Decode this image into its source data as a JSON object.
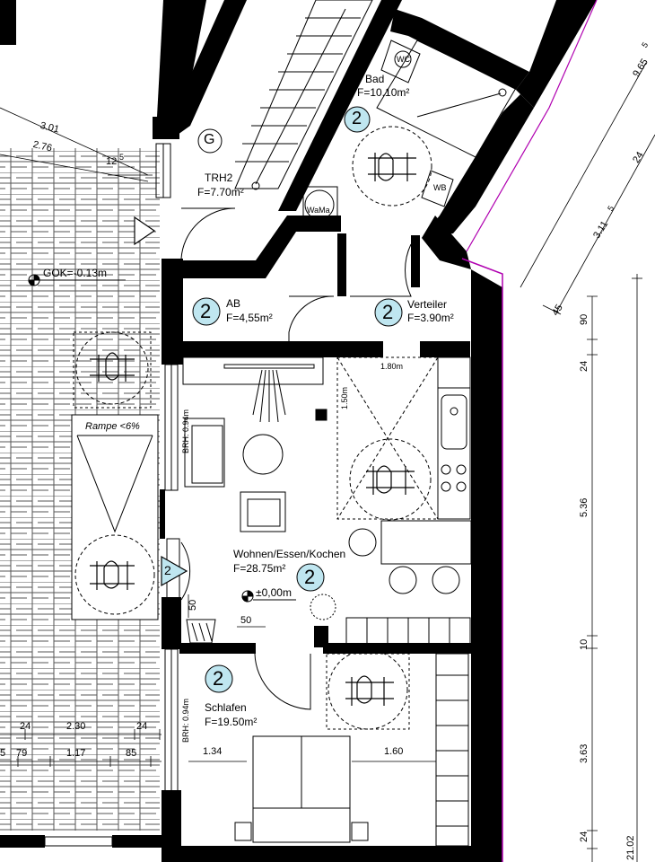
{
  "rooms": {
    "bad": {
      "name": "Bad",
      "area": "F=10.10m²",
      "no": "2"
    },
    "trh": {
      "name": "TRH2",
      "area": "F=7.70m²",
      "marker": "G"
    },
    "ab": {
      "name": "AB",
      "area": "F=4,55m²",
      "no": "2"
    },
    "verteiler": {
      "name": "Verteiler",
      "area": "F=3.90m²",
      "no": "2"
    },
    "wohnen": {
      "name": "Wohnen/Essen/Kochen",
      "area": "F=28.75m²",
      "no": "2"
    },
    "schlafen": {
      "name": "Schlafen",
      "area": "F=19.50m²",
      "no": "2"
    }
  },
  "levels": {
    "gok": "GOK=-0.13m",
    "floor": "±0,00m"
  },
  "ramp": {
    "label": "Rampe <6%"
  },
  "entrance_marker": "2",
  "fixtures": {
    "wc": "WC",
    "wb": "WB",
    "wama": "WaMa"
  },
  "sill_labels": {
    "living": "BRH: 0.94m",
    "bed": "BRH: 0.94m"
  },
  "kitchen_dims": {
    "w": "1.80m",
    "h": "1.50m"
  },
  "dimensions_left": {
    "d301": "3.01",
    "d276": "2.76",
    "d125": "12",
    "d125_sup": "5",
    "b24a": "24",
    "b230": "2.30",
    "b24b": "24",
    "b5": "5",
    "b79": "79",
    "b117": "1.17",
    "b85": "85"
  },
  "dimensions_interior": {
    "d50a": "50",
    "d50b": "50",
    "d134": "1.34",
    "d160": "1.60"
  },
  "dimensions_right": {
    "d9655": "9.65",
    "d9655_sup": "5",
    "d24top": "24",
    "d3115": "3.11",
    "d3115_sup": "5",
    "d45": "45",
    "v90": "90",
    "v24a": "24",
    "v536": "5.36",
    "v10": "10",
    "v363": "3.63",
    "v24b": "24",
    "v2102": "21.02"
  },
  "colors": {
    "marker_fill": "#bfe6f0",
    "wall": "#000000",
    "brick": "#444444",
    "accent_edge": "#b000b0"
  }
}
